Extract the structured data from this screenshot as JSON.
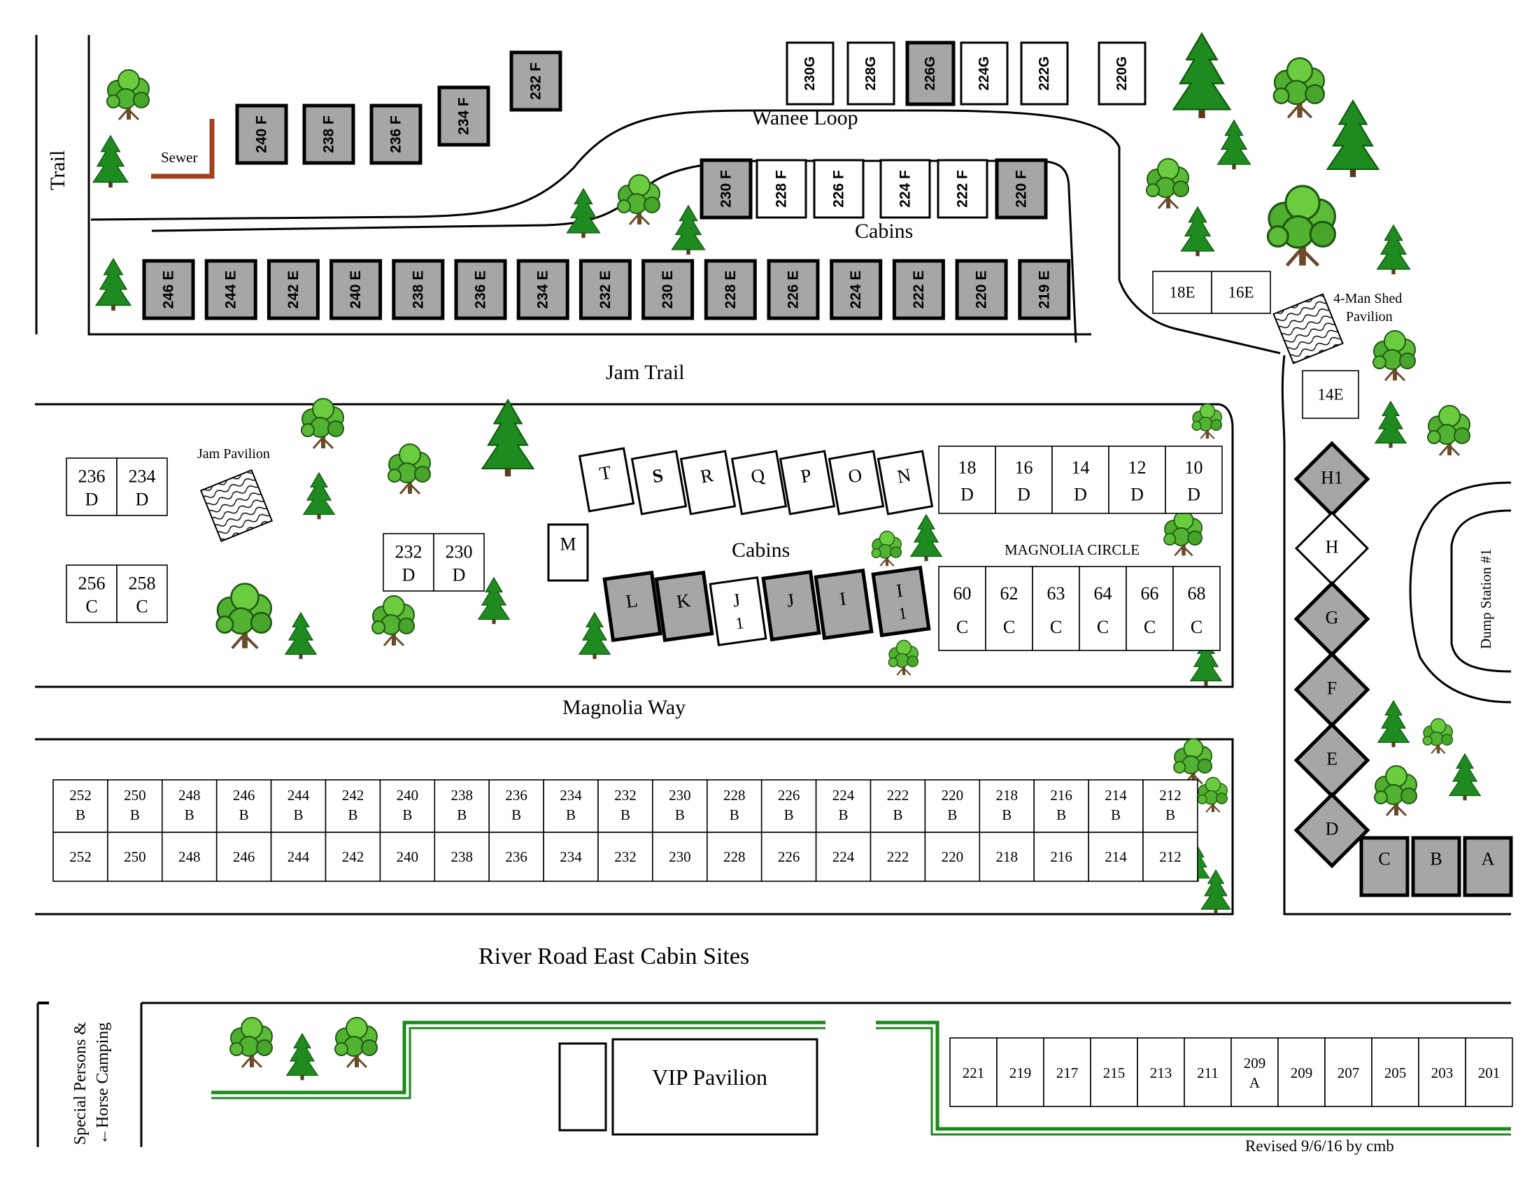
{
  "labels": {
    "trail": "Trail",
    "sewer": "Sewer",
    "wanee_loop": "Wanee Loop",
    "cabins_upper": "Cabins",
    "jam_trail": "Jam Trail",
    "jam_pavilion": "Jam Pavilion",
    "cabins_middle": "Cabins",
    "magnolia_circle": "MAGNOLIA CIRCLE",
    "magnolia_way": "Magnolia Way",
    "four_man_shed_line1": "4-Man Shed",
    "four_man_shed_line2": "Pavilion",
    "dump_station": "Dump Station #1",
    "river_road": "River Road East Cabin Sites",
    "special_persons_line1": "Special Persons &",
    "special_persons_line2": "←Horse Camping",
    "vip_pavilion": "VIP Pavilion",
    "revised": "Revised 9/6/16 by cmb"
  },
  "colors": {
    "shaded_site": "#a6a6a6",
    "tree_green": "#2e8b2e",
    "pine_green": "#1f8a1f",
    "sewer_brown": "#a0401f",
    "fence_green": "#1a8a1a"
  },
  "sites": {
    "g_row": [
      "230G",
      "228G",
      "226G",
      "224G",
      "222G",
      "220G"
    ],
    "g_shaded": [
      "226G"
    ],
    "f_upper": [
      "240 F",
      "238 F",
      "236 F",
      "234 F",
      "232 F"
    ],
    "f_lower": [
      "230 F",
      "228 F",
      "226 F",
      "224 F",
      "222 F",
      "220 F"
    ],
    "f_lower_shaded": [
      "230 F",
      "220 F"
    ],
    "e_row": [
      "246 E",
      "244 E",
      "242 E",
      "240 E",
      "238 E",
      "236 E",
      "234 E",
      "232 E",
      "230 E",
      "228 E",
      "226 E",
      "224 E",
      "222 E",
      "220 E",
      "219 E"
    ],
    "e_right": [
      "18E",
      "16E"
    ],
    "e_14": "14E",
    "d_left": [
      [
        "236",
        "D"
      ],
      [
        "234",
        "D"
      ]
    ],
    "c_left": [
      [
        "256",
        "C"
      ],
      [
        "258",
        "C"
      ]
    ],
    "d_mid": [
      [
        "232",
        "D"
      ],
      [
        "230",
        "D"
      ]
    ],
    "letters_top": [
      "T",
      "S",
      "R",
      "Q",
      "P",
      "O",
      "N"
    ],
    "cabin_m": "M",
    "letters_bottom": [
      {
        "line1": "L",
        "line2": "",
        "shaded": true
      },
      {
        "line1": "K",
        "line2": "",
        "shaded": true
      },
      {
        "line1": "J",
        "line2": "1",
        "shaded": false
      },
      {
        "line1": "J",
        "line2": "",
        "shaded": true
      },
      {
        "line1": "I",
        "line2": "",
        "shaded": true
      },
      {
        "line1": "I",
        "line2": "1",
        "shaded": true
      }
    ],
    "d_circle": [
      [
        "18",
        "D"
      ],
      [
        "16",
        "D"
      ],
      [
        "14",
        "D"
      ],
      [
        "12",
        "D"
      ],
      [
        "10",
        "D"
      ]
    ],
    "c_circle": [
      [
        "60",
        "C"
      ],
      [
        "62",
        "C"
      ],
      [
        "63",
        "C"
      ],
      [
        "64",
        "C"
      ],
      [
        "66",
        "C"
      ],
      [
        "68",
        "C"
      ]
    ],
    "diamonds": [
      {
        "label": "H1",
        "shaded": true
      },
      {
        "label": "H",
        "shaded": false
      },
      {
        "label": "G",
        "shaded": true
      },
      {
        "label": "F",
        "shaded": true
      },
      {
        "label": "E",
        "shaded": true
      },
      {
        "label": "D",
        "shaded": true
      }
    ],
    "cba": [
      "C",
      "B",
      "A"
    ],
    "b_row": [
      "252",
      "250",
      "248",
      "246",
      "244",
      "242",
      "240",
      "238",
      "236",
      "234",
      "232",
      "230",
      "228",
      "226",
      "224",
      "222",
      "220",
      "218",
      "216",
      "214",
      "212"
    ],
    "b_suffix": "B",
    "river_row": [
      [
        "221",
        ""
      ],
      [
        "219",
        ""
      ],
      [
        "217",
        ""
      ],
      [
        "215",
        ""
      ],
      [
        "213",
        ""
      ],
      [
        "211",
        ""
      ],
      [
        "209",
        "A"
      ],
      [
        "209",
        ""
      ],
      [
        "207",
        ""
      ],
      [
        "205",
        ""
      ],
      [
        "203",
        ""
      ],
      [
        "201",
        ""
      ]
    ]
  }
}
